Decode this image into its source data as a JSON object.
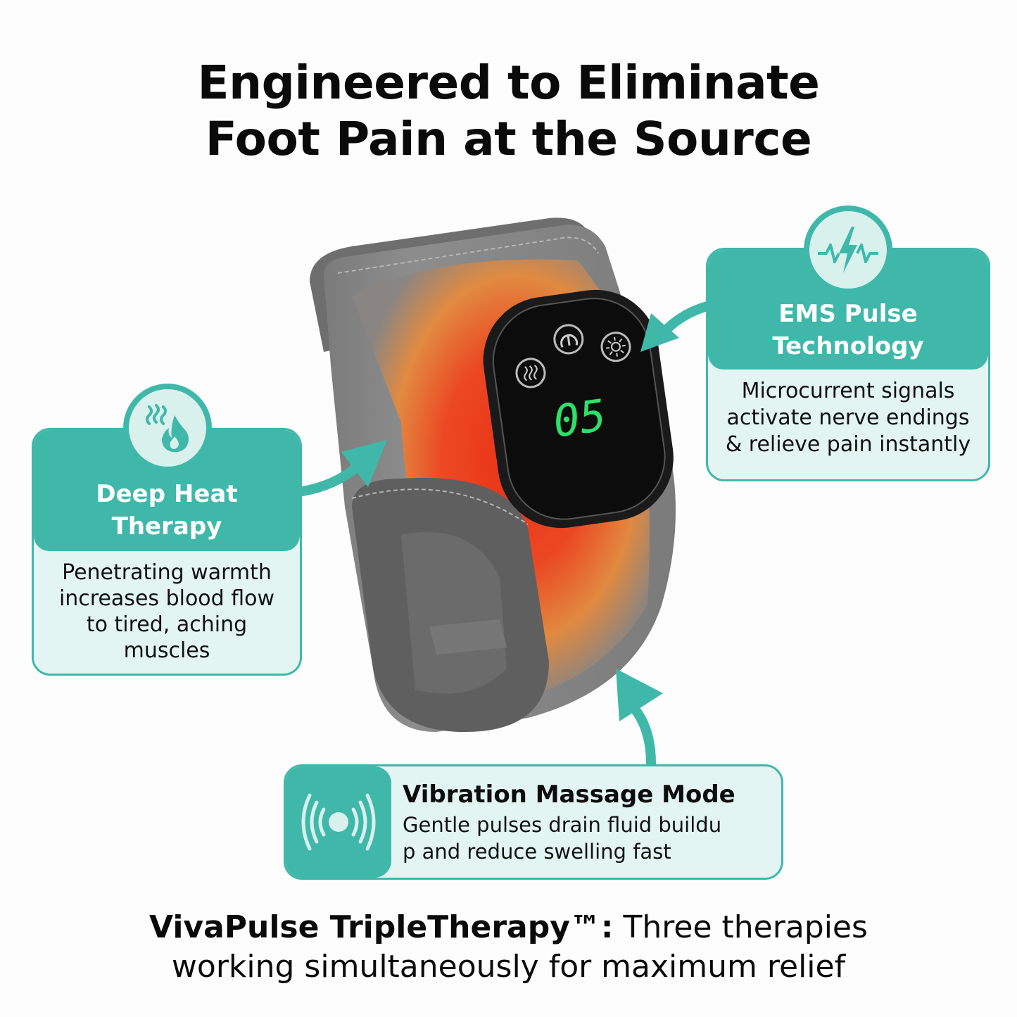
{
  "header": {
    "title_line1": "Engineered to Eliminate",
    "title_line2": "Foot Pain at the Source"
  },
  "product": {
    "name": "foot heating massager wrap",
    "display_value": "05",
    "buttons": [
      "heat-waves-icon",
      "power-icon",
      "sun-brightness-icon"
    ],
    "colors": {
      "wrap": "#7a7a7a",
      "heat_orange": "#f07a1e",
      "heat_red": "#f03412",
      "display_green": "#2ee06a",
      "panel": "#111111"
    }
  },
  "callouts": {
    "ems": {
      "icon": "pulse-lightning-icon",
      "title_line1": "EMS Pulse",
      "title_line2": "Technology",
      "desc_line1": "Microcurrent signals",
      "desc_line2": "activate nerve endings",
      "desc_line3": "& relieve pain instantly"
    },
    "heat": {
      "icon": "heat-flame-icon",
      "title_line1": "Deep Heat",
      "title_line2": "Therapy",
      "desc_line1": "Penetrating warmth",
      "desc_line2": "increases blood flow",
      "desc_line3": "to tired, aching",
      "desc_line4": "muscles"
    },
    "vibration": {
      "icon": "vibration-waves-icon",
      "title": "Vibration Massage Mode",
      "desc_line1": "Gentle pulses drain fluid buildu",
      "desc_line2": "p and reduce swelling fast"
    }
  },
  "footer": {
    "brand": "VivaPulse TripleTherapy™:",
    "line1_rest": " Three therapies",
    "line2": "working simultaneously for maximum relief"
  },
  "theme": {
    "accent": "#3fb8aa",
    "accent_light": "#e3f5f2",
    "text": "#0a0a0a",
    "background": "#fdfdfd"
  }
}
